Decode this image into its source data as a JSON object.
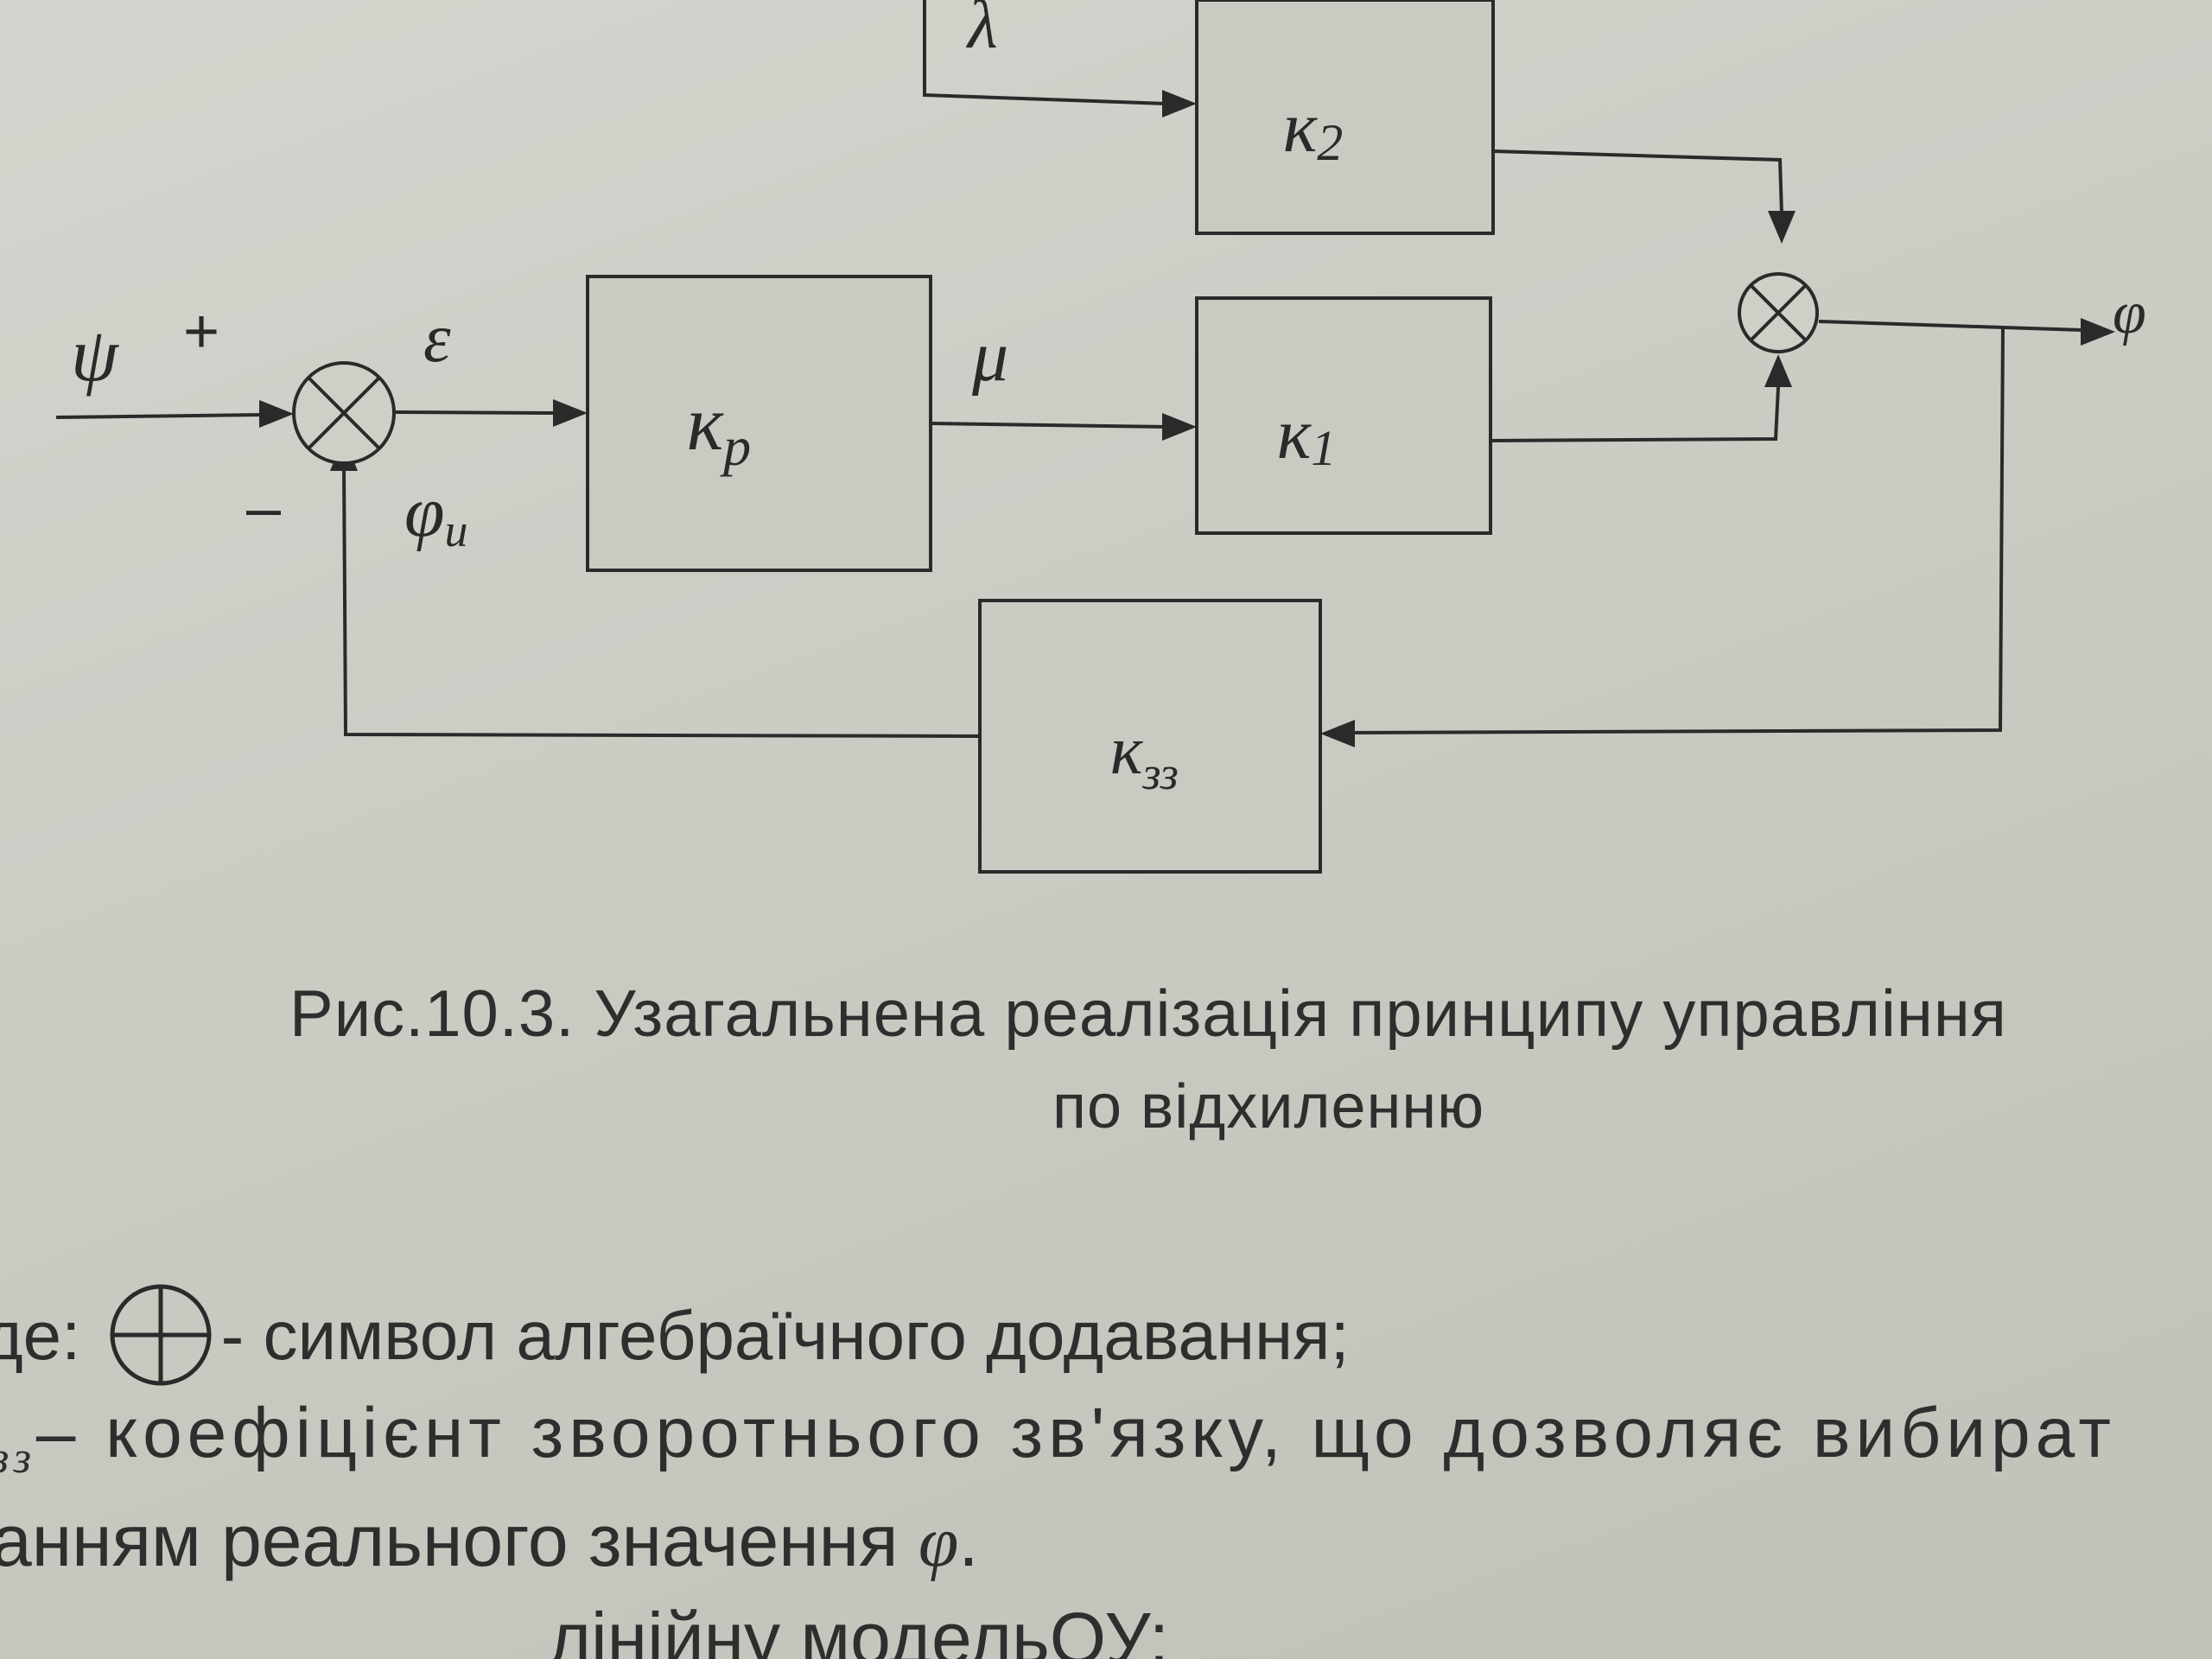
{
  "diagram": {
    "blocks": {
      "kp": {
        "main": "к",
        "sub": "p"
      },
      "k1": {
        "main": "к",
        "sub": "1"
      },
      "k2": {
        "main": "к",
        "sub": "2"
      },
      "kzz": {
        "main": "к",
        "sub": "зз"
      }
    },
    "signals": {
      "psi": "ψ",
      "plus": "+",
      "minus": "–",
      "epsilon": "ε",
      "mu": "μ",
      "lambda": "λ",
      "phi": "φ",
      "phi_u_main": "φ",
      "phi_u_sub": "и"
    }
  },
  "caption": {
    "line1": "Рис.10.3. Узагальнена реалізація принципу управління",
    "line2": "по відхиленню"
  },
  "body_text": {
    "line1_prefix": "де:",
    "line1_text": " - символ алгебраїчного додавання;",
    "line2_prefix_sub": "зз",
    "line2_text": "– коефіцієнт зворотнього зв'язку, що дозволяє вибират",
    "line3_text": "анням реального значення ",
    "line3_symbol": "φ",
    "line3_end": ".",
    "line4_text": "лінійну модельОУ:"
  }
}
